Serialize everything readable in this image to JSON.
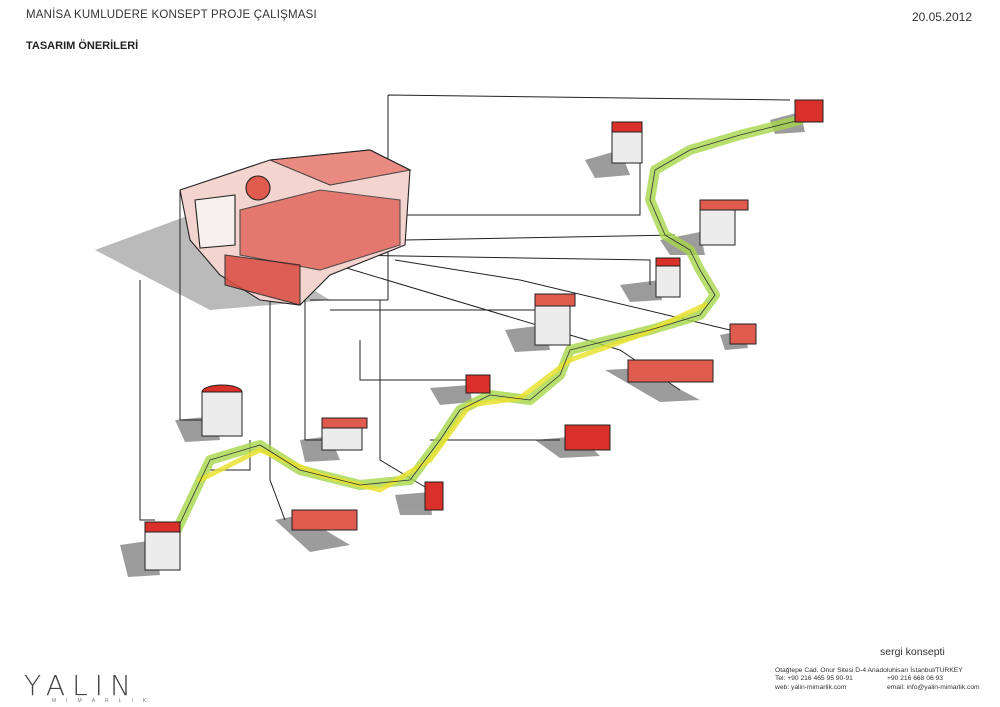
{
  "header": {
    "title": "MANİSA KUMLUDERE KONSEPT PROJE ÇALIŞMASI",
    "date": "20.05.2012"
  },
  "subtitle": "TASARIM ÖNERİLERİ",
  "caption": "sergi konsepti",
  "logo": {
    "name": "YALIN",
    "tagline": "MİMARLIK"
  },
  "contact": {
    "address": "Otağtepe Cad. Onur Sitesi D-4 Anadoluhisarı İstanbul/TURKEY",
    "tel": "Tel: +90 216 465 95 90-91",
    "fax": "+90 216 668 06 93",
    "web": "web: yalin-mimarlik.com",
    "email": "email: info@yalin-mimarlik.com"
  },
  "colors": {
    "accent_red": "#d9302a",
    "path_green": "#a6d64a",
    "path_yellow": "#e9e233",
    "shadow_gray": "#555555"
  }
}
